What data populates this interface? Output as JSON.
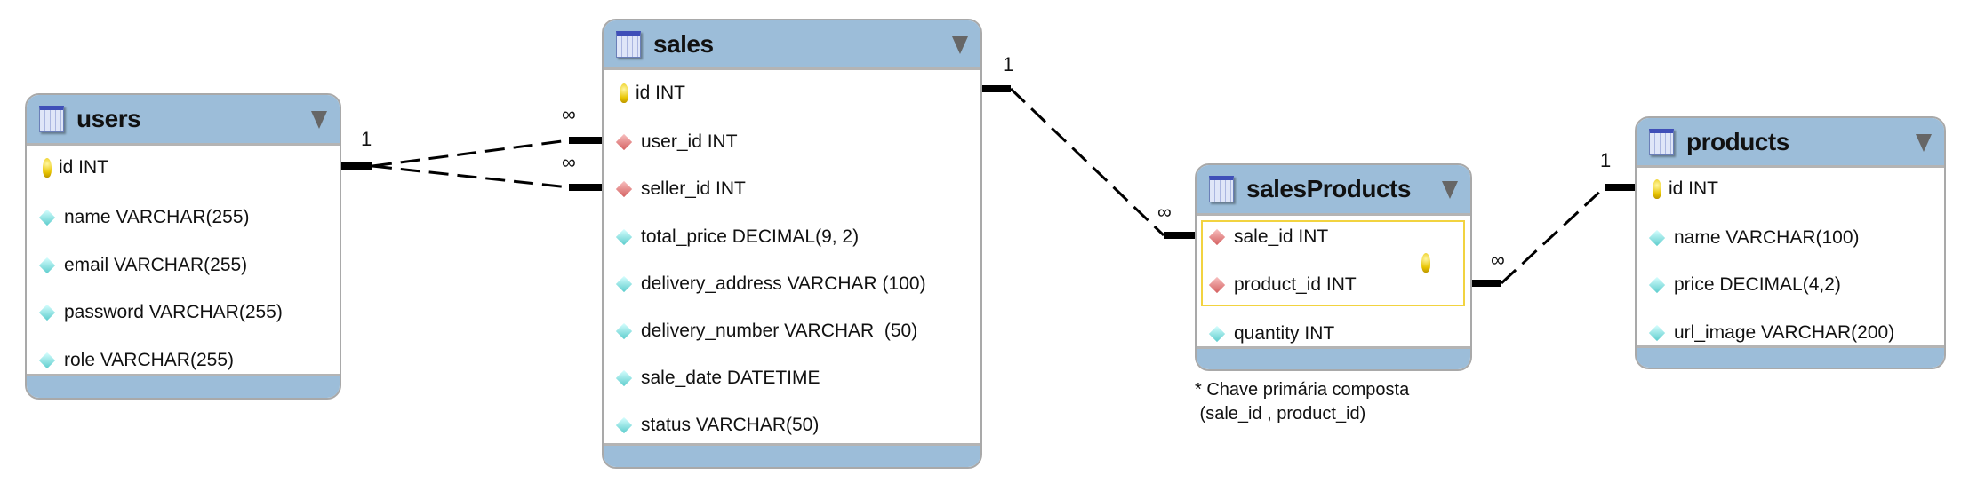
{
  "tables": [
    {
      "name": "users",
      "columns": [
        {
          "text": "id INT",
          "icon": "primary-key-icon"
        },
        {
          "text": "name VARCHAR(255)",
          "icon": "column-diamond-icon"
        },
        {
          "text": "email VARCHAR(255)",
          "icon": "column-diamond-icon"
        },
        {
          "text": "password VARCHAR(255)",
          "icon": "column-diamond-icon"
        },
        {
          "text": "role VARCHAR(255)",
          "icon": "column-diamond-icon"
        }
      ]
    },
    {
      "name": "sales",
      "columns": [
        {
          "text": "id INT",
          "icon": "primary-key-icon"
        },
        {
          "text": "user_id INT",
          "icon": "foreign-key-diamond-icon"
        },
        {
          "text": "seller_id INT",
          "icon": "foreign-key-diamond-icon"
        },
        {
          "text": "total_price DECIMAL(9, 2)",
          "icon": "column-diamond-icon"
        },
        {
          "text": "delivery_address VARCHAR (100)",
          "icon": "column-diamond-icon"
        },
        {
          "text": "delivery_number VARCHAR  (50)",
          "icon": "column-diamond-icon"
        },
        {
          "text": "sale_date DATETIME",
          "icon": "column-diamond-icon"
        },
        {
          "text": "status VARCHAR(50)",
          "icon": "column-diamond-icon"
        }
      ]
    },
    {
      "name": "salesProducts",
      "columns": [
        {
          "text": "sale_id INT",
          "icon": "foreign-key-diamond-icon"
        },
        {
          "text": "product_id INT",
          "icon": "foreign-key-diamond-icon"
        },
        {
          "text": "quantity INT",
          "icon": "column-diamond-icon"
        }
      ]
    },
    {
      "name": "products",
      "columns": [
        {
          "text": "id INT",
          "icon": "primary-key-icon"
        },
        {
          "text": "name VARCHAR(100)",
          "icon": "column-diamond-icon"
        },
        {
          "text": "price DECIMAL(4,2)",
          "icon": "column-diamond-icon"
        },
        {
          "text": "url_image VARCHAR(200)",
          "icon": "column-diamond-icon"
        }
      ]
    }
  ],
  "note": {
    "line1": "* Chave primária composta",
    "line2": " (sale_id , product_id)"
  },
  "relationships": [
    {
      "from": "users.id",
      "to": "sales.user_id",
      "from_card": "1",
      "to_card": "∞"
    },
    {
      "from": "users.id",
      "to": "sales.seller_id",
      "from_card": "1",
      "to_card": "∞"
    },
    {
      "from": "sales.id",
      "to": "salesProducts.sale_id",
      "from_card": "1",
      "to_card": "∞"
    },
    {
      "from": "products.id",
      "to": "salesProducts.product_id",
      "from_card": "1",
      "to_card": "∞"
    }
  ],
  "colors": {
    "header": "#9cbdd9",
    "border": "#a9a9a9",
    "composite_key_box": "#f2d340",
    "primary_key": "#e8c400",
    "foreign_key": "#d46060",
    "column": "#5ccccc"
  }
}
